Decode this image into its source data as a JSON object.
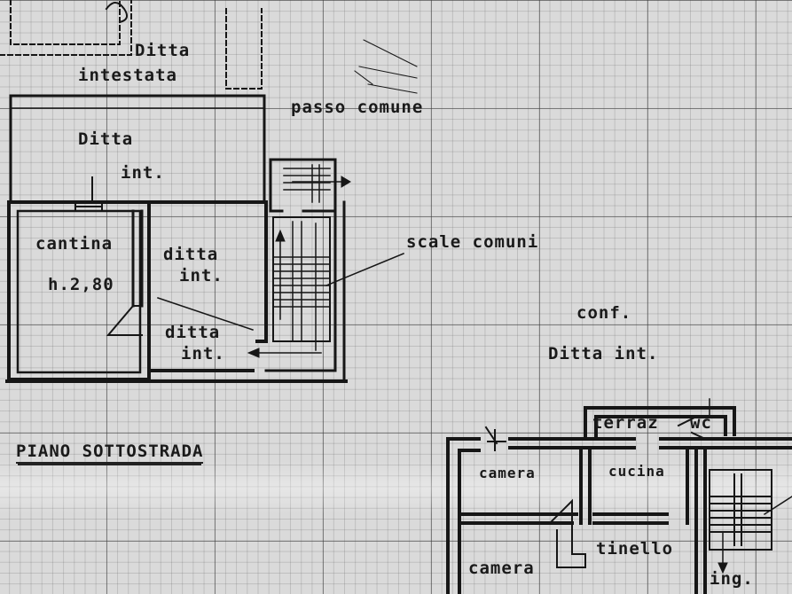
{
  "labels": {
    "ditta_intestata_line1": "Ditta",
    "ditta_intestata_line2": "intestata",
    "passo_comune": "passo comune",
    "ditta_int_top_line1": "Ditta",
    "ditta_int_top_line2": "int.",
    "cantina": "cantina",
    "cantina_height": "h.2,80",
    "ditta_int_mid_line1": "ditta",
    "ditta_int_mid_line2": "int.",
    "ditta_int_low_line1": "ditta",
    "ditta_int_low_line2": "int.",
    "scale_comuni": "scale comuni",
    "conf": "conf.",
    "ditta_int_right": "Ditta int.",
    "piano_sottostrada": "PIANO SOTTOSTRADA",
    "terraz": "terraz",
    "wc": "wc",
    "camera_upper": "camera",
    "cucina": "cucina",
    "camera_lower": "camera",
    "tinello": "tinello",
    "ing": "ing."
  },
  "colors": {
    "ink": "#1a1a1a",
    "paper": "#dadada",
    "grid": "#3c3c3c"
  }
}
